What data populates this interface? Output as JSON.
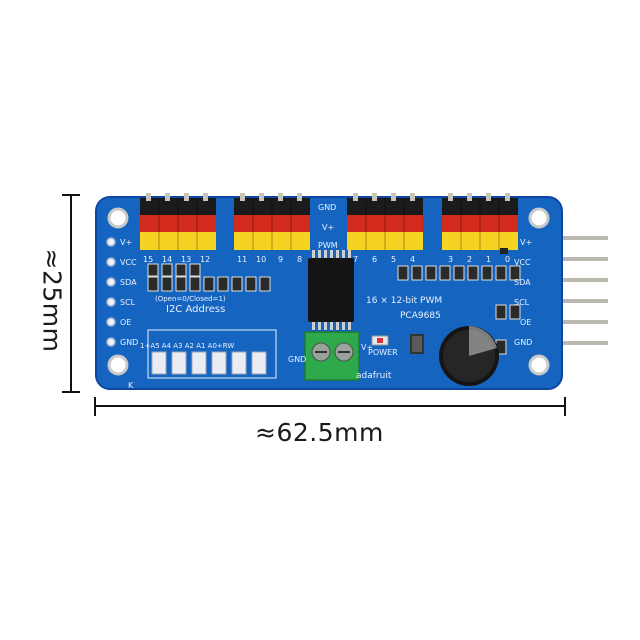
{
  "image": {
    "description_scope": "product photo of a blue PCA9685 16-channel servo driver board with dimension markings",
    "colors": {
      "pcb": "#1565c0",
      "pcb_dark": "#0d47a1",
      "header_black": "#1b1b1b",
      "header_red": "#d42a1e",
      "header_yellow": "#f5d321",
      "terminal_green": "#2eaa4c",
      "capacitor": "#151515",
      "silk": "#e8f0ff"
    }
  },
  "dimensions": {
    "width_label": "≈62.5mm",
    "height_label": "≈25mm"
  },
  "board": {
    "left_pins": [
      "V+",
      "VCC",
      "SDA",
      "SCL",
      "OE",
      "GND"
    ],
    "right_pins": [
      "V+",
      "VCC",
      "SDA",
      "SCL",
      "OE",
      "GND"
    ],
    "top_labels": {
      "gnd": "GND",
      "vplus": "V+",
      "pwm": "PWM"
    },
    "channel_numbers_left": [
      "15",
      "14",
      "13",
      "12",
      "11",
      "10",
      "9",
      "8"
    ],
    "channel_numbers_right": [
      "7",
      "6",
      "5",
      "4",
      "3",
      "2",
      "1",
      "0"
    ],
    "chip_label": "PCA9685",
    "pwm_desc": "16 × 12-bit PWM",
    "i2c_title": "I2C Address",
    "i2c_sub": "(Open=0/Closed=1)",
    "address_pads": "A5 A4 A3 A2 A1 A0",
    "address_pad_labels": "1+A5 A4 A3 A2 A1 A0+RW",
    "power_label": "POWER",
    "terminal_gnd": "GND",
    "terminal_vplus": "V+",
    "brand": "adafruit",
    "corner_mark": "K"
  }
}
